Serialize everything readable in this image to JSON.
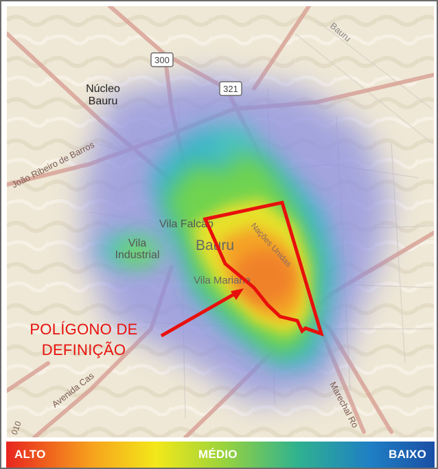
{
  "map": {
    "labels": {
      "nucleo_line1": "Núcleo",
      "nucleo_line2": "Bauru",
      "bauru": "Bauru",
      "bauru_top": "Bauru",
      "vila_falcao": "Vila Falcão",
      "vila_industrial_line1": "Vila",
      "vila_industrial_line2": "Industrial",
      "vila_mariana": "Vila Mariana",
      "joao_ribeiro": "João Ribeiro de Barros",
      "avenida": "Avenida Cas",
      "ave_nations": "Nações Unidas",
      "marechal": "Marechal Ro",
      "road_300": "300",
      "road_321": "321",
      "road_010": "010"
    },
    "colors": {
      "water": "#e8ecef",
      "land": "#efe8d6",
      "road": "#d9a397",
      "polygon": "#e8100c"
    }
  },
  "annotation": {
    "line1": "POLÍGONO DE",
    "line2": "DEFINIÇÃO"
  },
  "legend": {
    "high": "ALTO",
    "mid": "MÉDIO",
    "low": "BAIXO",
    "colors": [
      "#e8251f",
      "#f7a21d",
      "#f3e81a",
      "#9ed43a",
      "#2fb28f",
      "#1f7fc4",
      "#1a4fa5"
    ]
  }
}
